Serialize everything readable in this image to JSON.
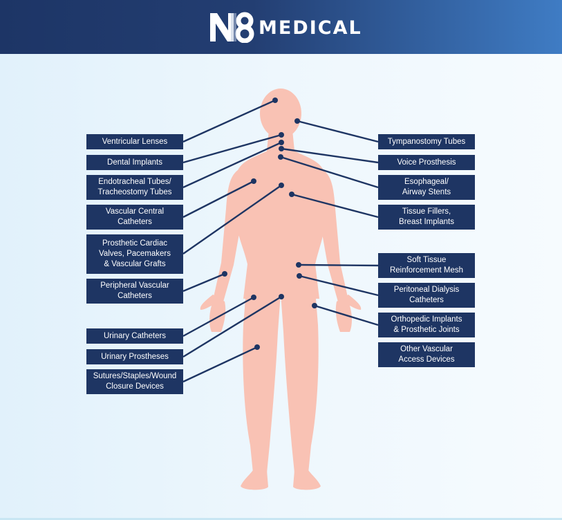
{
  "brand": {
    "mark": "N8",
    "name": "MEDICAL"
  },
  "labels_left": [
    {
      "id": "ventricular-lenses",
      "lines": [
        "Ventricular Lenses"
      ]
    },
    {
      "id": "dental-implants",
      "lines": [
        "Dental Implants"
      ]
    },
    {
      "id": "endotracheal-tubes",
      "lines": [
        "Endotracheal Tubes/",
        "Tracheostomy Tubes"
      ]
    },
    {
      "id": "vascular-central-catheters",
      "lines": [
        "Vascular Central",
        "Catheters"
      ]
    },
    {
      "id": "prosthetic-cardiac-valves",
      "lines": [
        "Prosthetic Cardiac",
        "Valves, Pacemakers",
        "& Vascular Grafts"
      ]
    },
    {
      "id": "peripheral-vascular-catheters",
      "lines": [
        "Peripheral Vascular",
        "Catheters"
      ]
    },
    {
      "id": "urinary-catheters",
      "lines": [
        "Urinary Catheters"
      ]
    },
    {
      "id": "urinary-prostheses",
      "lines": [
        "Urinary Prostheses"
      ]
    },
    {
      "id": "sutures-staples",
      "lines": [
        "Sutures/Staples/Wound",
        "Closure Devices"
      ]
    }
  ],
  "labels_right": [
    {
      "id": "tympanostomy-tubes",
      "lines": [
        "Tympanostomy Tubes"
      ]
    },
    {
      "id": "voice-prosthesis",
      "lines": [
        "Voice Prosthesis"
      ]
    },
    {
      "id": "esophageal-stents",
      "lines": [
        "Esophageal/",
        "Airway Stents"
      ]
    },
    {
      "id": "tissue-fillers",
      "lines": [
        "Tissue Fillers,",
        "Breast Implants"
      ]
    },
    {
      "id": "soft-tissue-mesh",
      "lines": [
        "Soft Tissue",
        "Reinforcement Mesh"
      ]
    },
    {
      "id": "peritoneal-dialysis",
      "lines": [
        "Peritoneal Dialysis",
        "Catheters"
      ]
    },
    {
      "id": "orthopedic-implants",
      "lines": [
        "Orthopedic Implants",
        "& Prosthetic Joints"
      ]
    },
    {
      "id": "other-vascular-access",
      "lines": [
        "Other Vascular",
        "Access Devices"
      ]
    }
  ],
  "colors": {
    "body": "#f9c2b4",
    "label_bg": "#1e3563",
    "label_text": "#ffffff",
    "connector": "#1e3563",
    "header_start": "#1d3566",
    "header_end": "#3f7cc4"
  }
}
